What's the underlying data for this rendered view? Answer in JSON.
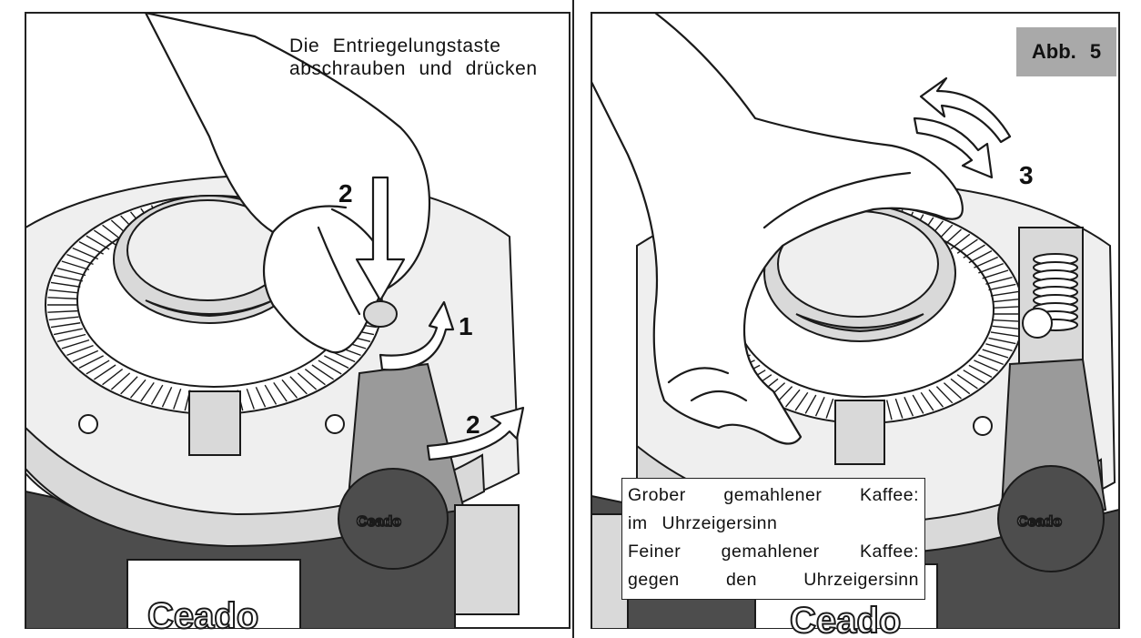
{
  "figure_label": "Abb.  5",
  "top_caption": {
    "line1": "Die  Entriegelungstaste",
    "line2": "abschrauben  und  drücken"
  },
  "step_labels": {
    "left_press": "2",
    "left_unscrew": "1",
    "left_turn": "2",
    "right_rotate": "3"
  },
  "logo_text": "Ceado",
  "note": {
    "coarse_line1": "Grober  gemahlener  Kaffee:",
    "coarse_line2": "im  Uhrzeigersinn",
    "fine_line1": "Feiner  gemahlener  Kaffee:",
    "fine_line2": "gegen  den  Uhrzeigersinn"
  },
  "colors": {
    "badge_background": "#a9a9a9",
    "housing_dark": "#4d4d4d",
    "metal_light": "#d9d9d9"
  }
}
